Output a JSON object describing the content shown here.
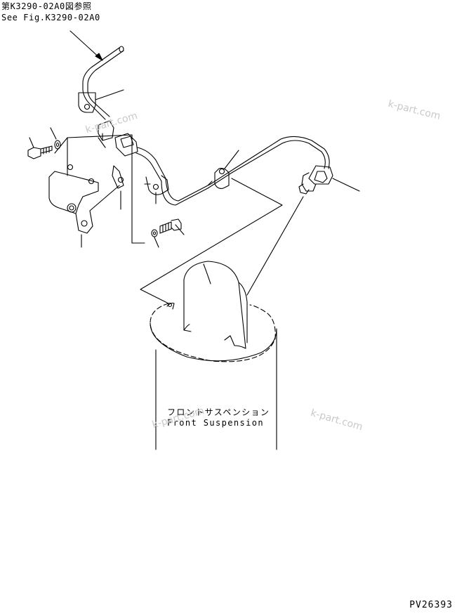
{
  "reference": {
    "japanese": "第K3290-02A0図参照",
    "english": "See Fig.K3290-02A0"
  },
  "part_label": {
    "japanese": "フロントサスペンション",
    "english": "Front Suspension"
  },
  "watermark": "k-part.com",
  "drawing_number": "PV26393"
}
